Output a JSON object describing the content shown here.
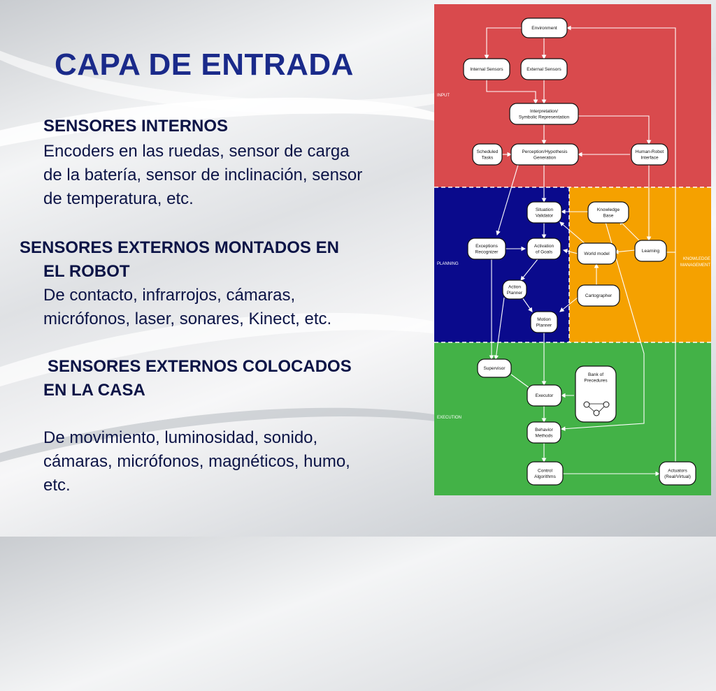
{
  "slide": {
    "title": "CAPA DE ENTRADA",
    "internal_header": "SENSORES INTERNOS",
    "internal_line1": "Encoders en las ruedas, sensor de carga",
    "internal_line2": "de la batería, sensor de inclinación, sensor",
    "internal_line3": "de temperatura, etc.",
    "external_header_line1": "SENSORES EXTERNOS MONTADOS EN",
    "external_header_line2": "EL ROBOT",
    "external_line1": "De contacto, infrarrojos, cámaras,",
    "external_line2": "micrófonos, laser, sonares, Kinect, etc.",
    "house_header_line1": "SENSORES EXTERNOS COLOCADOS",
    "house_header_line2": "EN LA CASA",
    "house_line1": "De movimiento, luminosidad, sonido,",
    "house_line2": "cámaras, micrófonos, magnéticos, humo,",
    "house_line3": "etc."
  },
  "diagram": {
    "colors": {
      "input": "#d94a4d",
      "planning": "#0a0a8c",
      "knowledge": "#f5a100",
      "execution": "#43b247"
    },
    "zones": {
      "input": "INPUT",
      "planning": "PLANNING",
      "knowledge_line1": "KNOWLEDGE",
      "knowledge_line2": "MANAGEMENT",
      "execution": "EXECUTION"
    },
    "nodes": {
      "environment": [
        "Environment"
      ],
      "internal_sensors": [
        "Internal Sensors"
      ],
      "external_sensors": [
        "External Sensors"
      ],
      "interpretation": [
        "Interpretation/",
        "Symbolic Representation"
      ],
      "scheduled_tasks": [
        "Scheduled",
        "Tasks"
      ],
      "perception": [
        "Perception/Hypothesis",
        "Generation"
      ],
      "hri": [
        "Human-Robot",
        "Interface"
      ],
      "situation_validator": [
        "Situation",
        "Validator"
      ],
      "knowledge_base": [
        "Knowledge",
        "Base"
      ],
      "exceptions_recognizer": [
        "Exceptions",
        "Recognizer"
      ],
      "activation_goals": [
        "Activation",
        "of Goals"
      ],
      "world_model": [
        "World model"
      ],
      "learning": [
        "Learning"
      ],
      "action_planner": [
        "Action",
        "Planner"
      ],
      "cartographer": [
        "Cartographer"
      ],
      "motion_planner": [
        "Motion",
        "Planner"
      ],
      "supervisor": [
        "Supervisor"
      ],
      "bank_of_procedures": [
        "Bank of",
        "Precedures"
      ],
      "executor": [
        "Executor"
      ],
      "behavior_methods": [
        "Behavior",
        "Methods"
      ],
      "control_algorithms": [
        "Control",
        "Algorithms"
      ],
      "actuators": [
        "Actuators",
        "(Real/Virtual)"
      ]
    }
  }
}
